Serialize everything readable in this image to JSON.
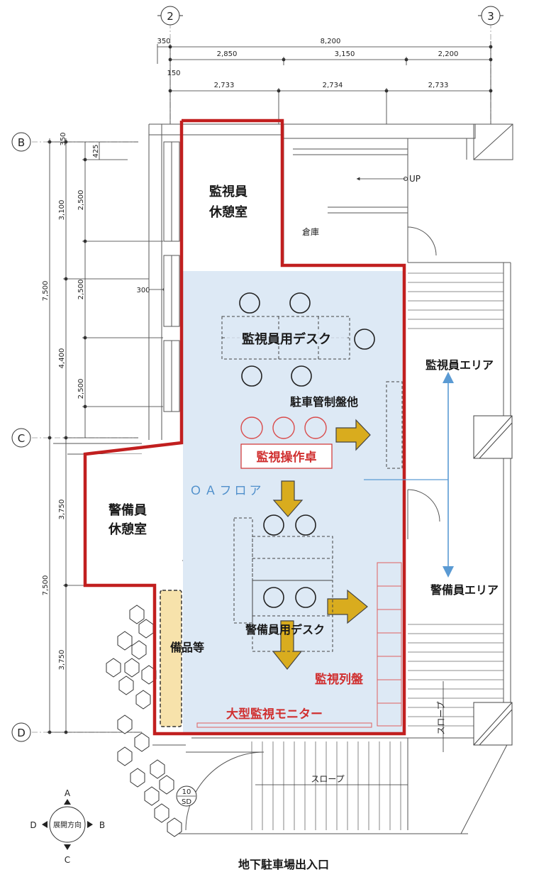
{
  "grid": {
    "col_2": "2",
    "col_3": "3",
    "row_B": "B",
    "row_C": "C",
    "row_D": "D"
  },
  "dims": {
    "top_350": "350",
    "top_total": "8,200",
    "top_2850": "2,850",
    "top_3150": "3,150",
    "top_2200": "2,200",
    "top_150": "150",
    "top_2733a": "2,733",
    "top_2734": "2,734",
    "top_2733b": "2,733",
    "left_350": "350",
    "left_425": "425",
    "left_3100": "3,100",
    "left_2500a": "2,500",
    "left_2500b": "2,500",
    "left_2500c": "2,500",
    "left_4400": "4,400",
    "left_7500a": "7,500",
    "left_300": "300",
    "left_3750a": "3,750",
    "left_7500b": "7,500",
    "left_3750b": "3,750"
  },
  "rooms": {
    "supervisor_rest_1": "監視員",
    "supervisor_rest_2": "休憩室",
    "storage": "倉庫",
    "up": "UP",
    "guard_rest_1": "警備員",
    "guard_rest_2": "休憩室",
    "equipment": "備品等"
  },
  "labels": {
    "supervisor_desk": "監視員用デスク",
    "parking_panel": "駐車管制盤他",
    "monitor_console": "監視操作卓",
    "oa_floor": "ＯＡフロア",
    "guard_desk": "警備員用デスク",
    "monitor_rack": "監視列盤",
    "large_monitor": "大型監視モニター",
    "supervisor_area": "監視員エリア",
    "guard_area": "警備員エリア",
    "slope_v": "スロープ",
    "slope_h": "スロープ",
    "door_code_1": "10",
    "door_code_2": "SD"
  },
  "compass": {
    "title": "展開方向",
    "a": "A",
    "b": "B",
    "c": "C",
    "d": "D"
  },
  "footer": {
    "entrance": "地下駐車場出入口"
  },
  "colors": {
    "boundary": "#c11f1f",
    "oa_fill": "#dde9f5",
    "arrow": "#d9ac1e",
    "equipment_fill": "#f7e2ab",
    "area_arrow": "#5a9ad3"
  }
}
